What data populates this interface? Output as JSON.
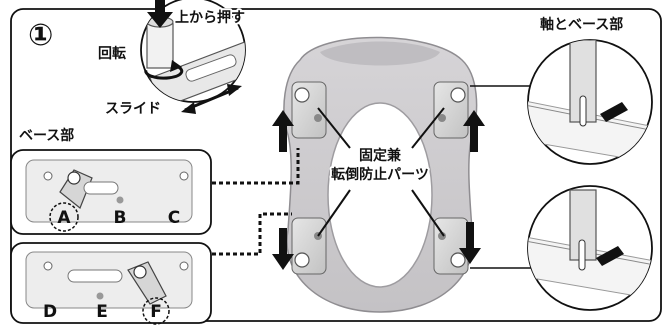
{
  "step_number": "①",
  "labels": {
    "push_from_top": "上から押す",
    "rotate": "回転",
    "slide": "スライド",
    "shaft_and_base": "軸とベース部",
    "base_part": "ベース部",
    "fixing_line1": "固定兼",
    "fixing_line2": "転倒防止パーツ"
  },
  "base_top_letters": [
    "A",
    "B",
    "C"
  ],
  "base_bottom_letters": [
    "D",
    "E",
    "F"
  ],
  "circled_letters": [
    "A",
    "F"
  ],
  "colors": {
    "outline": "#111111",
    "seat_light": "#e4e2e4",
    "seat_mid": "#cfcdd0",
    "seat_dark": "#a9a7ab",
    "part_gray": "#d9d9d9",
    "arrow": "#111111"
  }
}
